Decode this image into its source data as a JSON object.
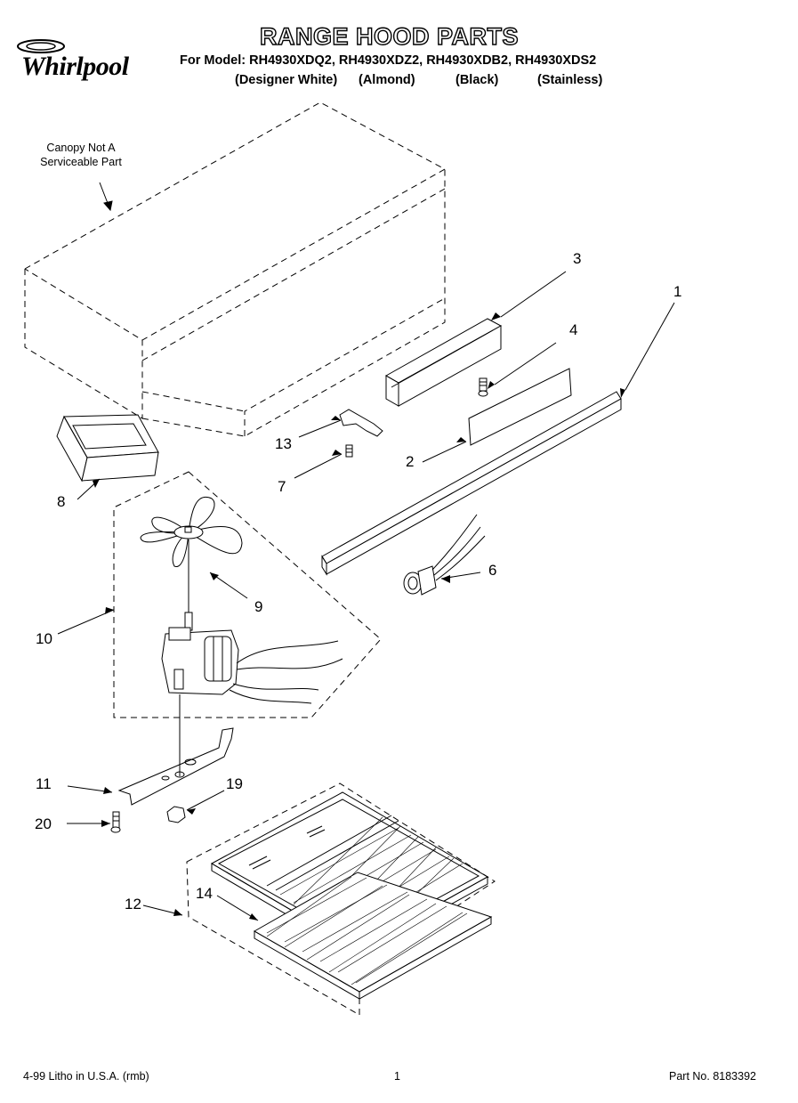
{
  "brand": "Whirlpool",
  "title": "RANGE HOOD PARTS",
  "models_line": "For Model: RH4930XDQ2, RH4930XDZ2, RH4930XDB2, RH4930XDS2",
  "variants": [
    "(Designer White)",
    "(Almond)",
    "(Black)",
    "(Stainless)"
  ],
  "canopy_note": {
    "line1": "Canopy Not A",
    "line2": "Serviceable Part"
  },
  "callouts": {
    "c1": "1",
    "c2": "2",
    "c3": "3",
    "c4": "4",
    "c6": "6",
    "c7": "7",
    "c8": "8",
    "c9": "9",
    "c10": "10",
    "c11": "11",
    "c12": "12",
    "c13": "13",
    "c14": "14",
    "c19": "19",
    "c20": "20"
  },
  "footer": {
    "print_info": "4-99 Litho in U.S.A. (rmb)",
    "page_number": "1",
    "part_number": "Part No. 8183392"
  }
}
